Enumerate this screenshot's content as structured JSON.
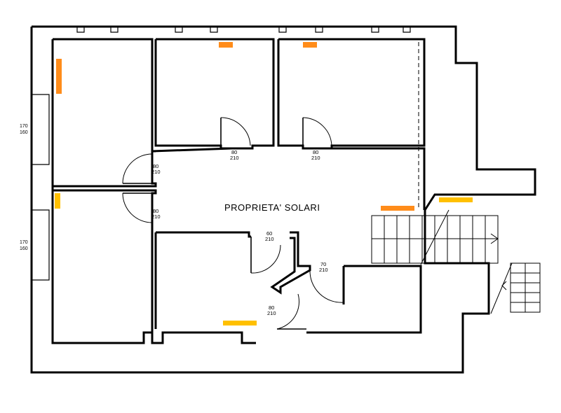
{
  "plan": {
    "property_label": "PROPRIETA' SOLARI",
    "window_dims_left": [
      {
        "top": "170",
        "bottom": "160"
      },
      {
        "top": "170",
        "bottom": "160"
      }
    ],
    "door_dims": [
      {
        "top": "80",
        "bottom": "210"
      },
      {
        "top": "80",
        "bottom": "210"
      },
      {
        "top": "80",
        "bottom": "210"
      },
      {
        "top": "80",
        "bottom": "210"
      },
      {
        "top": "80",
        "bottom": "210"
      },
      {
        "top": "70",
        "bottom": "210"
      },
      {
        "top": "60",
        "bottom": "210"
      }
    ],
    "colors": {
      "radiator_orange": "#ff8c1a",
      "radiator_yellow": "#ffc000",
      "walls": "#000000"
    }
  }
}
